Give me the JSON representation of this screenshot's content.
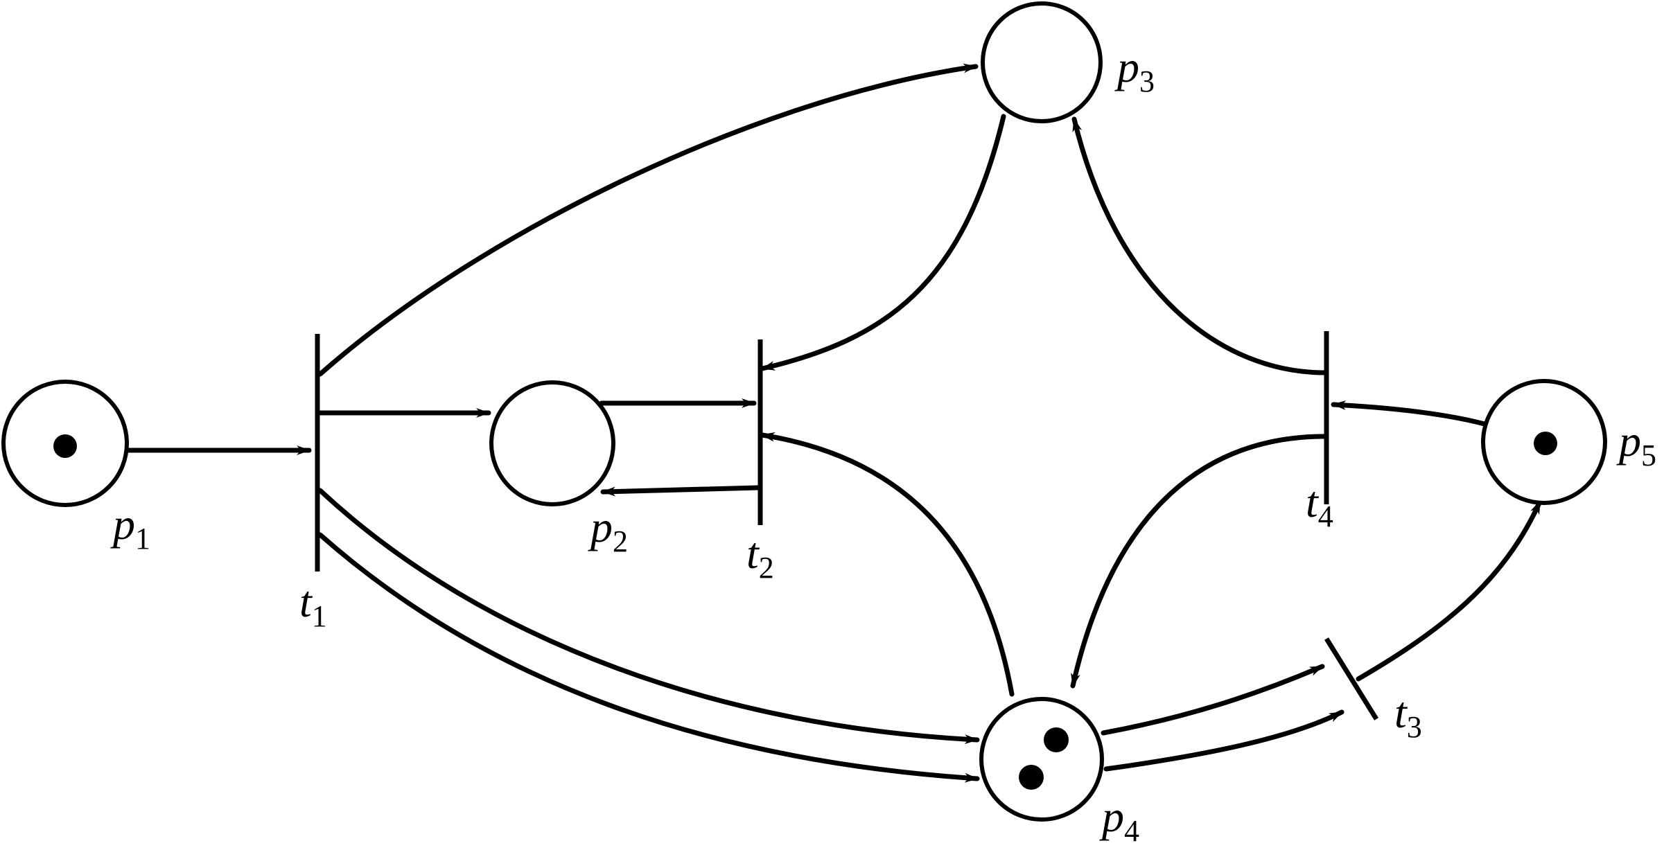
{
  "diagram": {
    "places": [
      {
        "id": "p1",
        "letter": "p",
        "sub": "1",
        "tokens": 1
      },
      {
        "id": "p2",
        "letter": "p",
        "sub": "2",
        "tokens": 0
      },
      {
        "id": "p3",
        "letter": "p",
        "sub": "3",
        "tokens": 0
      },
      {
        "id": "p4",
        "letter": "p",
        "sub": "4",
        "tokens": 2
      },
      {
        "id": "p5",
        "letter": "p",
        "sub": "5",
        "tokens": 1
      }
    ],
    "transitions": [
      {
        "id": "t1",
        "letter": "t",
        "sub": "1"
      },
      {
        "id": "t2",
        "letter": "t",
        "sub": "2"
      },
      {
        "id": "t3",
        "letter": "t",
        "sub": "3"
      },
      {
        "id": "t4",
        "letter": "t",
        "sub": "4"
      }
    ],
    "arcs": [
      {
        "from": "p1",
        "to": "t1"
      },
      {
        "from": "t1",
        "to": "p2"
      },
      {
        "from": "t1",
        "to": "p3"
      },
      {
        "from": "t1",
        "to": "p4"
      },
      {
        "from": "t1",
        "to": "p4"
      },
      {
        "from": "p2",
        "to": "t2"
      },
      {
        "from": "t2",
        "to": "p2"
      },
      {
        "from": "p3",
        "to": "t2"
      },
      {
        "from": "p4",
        "to": "t2"
      },
      {
        "from": "t4",
        "to": "p3"
      },
      {
        "from": "p5",
        "to": "t4"
      },
      {
        "from": "t4",
        "to": "p4"
      },
      {
        "from": "p4",
        "to": "t3"
      },
      {
        "from": "p4",
        "to": "t3"
      },
      {
        "from": "t3",
        "to": "p5"
      }
    ]
  }
}
